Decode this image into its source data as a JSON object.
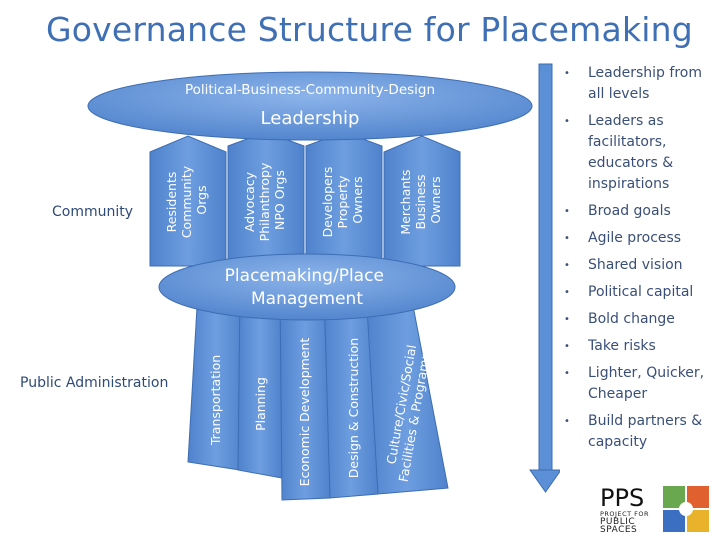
{
  "title": "Governance Structure for Placemaking",
  "side_labels": {
    "community": "Community",
    "public_administration": "Public Administration"
  },
  "diagram": {
    "top_oval_label": "Political-Business-Community-Design",
    "leadership_label": "Leadership",
    "community_columns": [
      [
        "Residents",
        "Community",
        "Orgs"
      ],
      [
        "Advocacy",
        "Philanthropy",
        "NPO Orgs"
      ],
      [
        "Developers",
        "Property",
        "Owners"
      ],
      [
        "Merchants",
        "Business",
        "Owners"
      ]
    ],
    "middle_oval_lines": [
      "Placemaking/Place",
      "Management"
    ],
    "admin_columns": [
      [
        "Transportation"
      ],
      [
        "Planning"
      ],
      [
        "Economic Development"
      ],
      [
        "Design & Construction"
      ],
      [
        "Culture/Civic/Social",
        "Facilities & Programming"
      ]
    ]
  },
  "principles": [
    "Leadership from all levels",
    "Leaders as facilitators, educators & inspirations",
    "Broad goals",
    "Agile process",
    "Shared vision",
    "Political capital",
    "Bold change",
    "Take risks",
    "Lighter, Quicker, Cheaper",
    "Build partners & capacity"
  ],
  "logo": {
    "name": "PPS",
    "line1": "PROJECT FOR",
    "line2": "PUBLIC",
    "line3": "SPACES"
  },
  "colors": {
    "fill": "#5b8fd6",
    "fill_light": "#7aa7e3",
    "stroke": "#3d6db3",
    "title": "#3f6fb5"
  }
}
